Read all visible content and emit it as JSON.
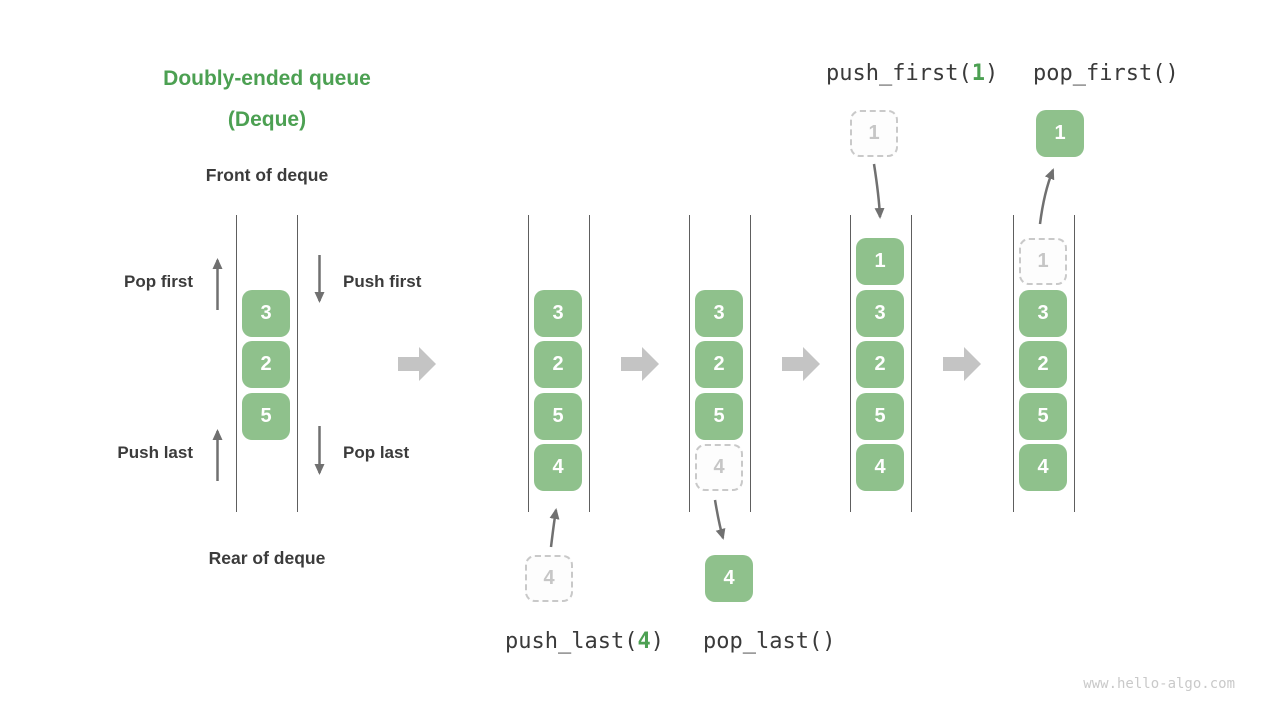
{
  "title": {
    "line1": "Doubly-ended queue",
    "line2": "(Deque)"
  },
  "left_demo": {
    "front_label": "Front of deque",
    "rear_label": "Rear of deque",
    "pop_first_label": "Pop first",
    "push_first_label": "Push first",
    "push_last_label": "Push last",
    "pop_last_label": "Pop last",
    "cells": [
      "3",
      "2",
      "5"
    ]
  },
  "columns": {
    "after_push_last": {
      "cells": [
        "3",
        "2",
        "5",
        "4"
      ]
    },
    "pop_last_state": {
      "cells": [
        "3",
        "2",
        "5"
      ],
      "ghost": "4"
    },
    "after_push_first": {
      "cells": [
        "1",
        "3",
        "2",
        "5",
        "4"
      ]
    },
    "pop_first_state": {
      "ghost": "1",
      "cells": [
        "3",
        "2",
        "5",
        "4"
      ]
    }
  },
  "floating": {
    "push_last_ghost": "4",
    "pop_last_result": "4",
    "push_first_ghost": "1",
    "pop_first_result": "1"
  },
  "ops": {
    "push_last_pre": "push_last(",
    "push_last_arg": "4",
    "push_last_post": ")",
    "pop_last": "pop_last()",
    "push_first_pre": "push_first(",
    "push_first_arg": "1",
    "push_first_post": ")",
    "pop_first": "pop_first()"
  },
  "watermark": "www.hello-algo.com",
  "colors": {
    "background": "#FFFFFF",
    "accent_green": "#4CA052",
    "cell_green": "#8FC18C",
    "cell_text": "#FFFFFF",
    "ghost_border": "#C9C9C9",
    "ghost_text": "#C6C6C6",
    "label_text": "#3B3B3B",
    "code_text": "#3A3A3A",
    "channel_line": "#5E5E5E",
    "small_arrow": "#707070",
    "block_arrow": "#C4C4C4",
    "watermark_text": "#C9C9C9"
  }
}
